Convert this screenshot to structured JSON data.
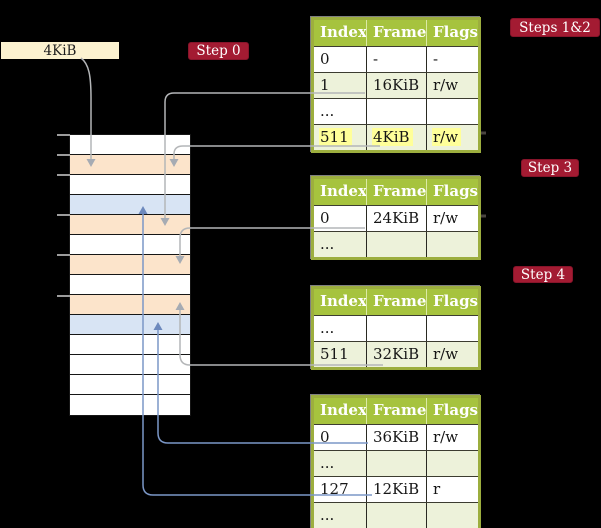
{
  "frame_size_label": {
    "text": "4KiB"
  },
  "step_badges": [
    {
      "id": "step-0",
      "label": "Step 0"
    },
    {
      "id": "steps-1-2",
      "label": "Steps 1&2"
    },
    {
      "id": "step-3",
      "label": "Step 3"
    },
    {
      "id": "step-4",
      "label": "Step 4"
    }
  ],
  "physical_memory": {
    "rows": [
      "white",
      "orange",
      "white",
      "blue",
      "orange",
      "white",
      "orange",
      "white",
      "orange",
      "blue",
      "white",
      "white",
      "white",
      "white"
    ],
    "tick_marks": 6
  },
  "page_tables": [
    {
      "id": "table-steps-1-2",
      "headers": [
        "Index",
        "Frame",
        "Flags"
      ],
      "rows": [
        {
          "cells": [
            "0",
            "-",
            "-"
          ],
          "shade": "white",
          "highlight": false
        },
        {
          "cells": [
            "1",
            "16KiB",
            "r/w"
          ],
          "shade": "green",
          "highlight": false
        },
        {
          "cells": [
            "...",
            "",
            ""
          ],
          "shade": "white",
          "highlight": false
        },
        {
          "cells": [
            "511",
            "4KiB",
            "r/w"
          ],
          "shade": "green",
          "highlight": true
        }
      ]
    },
    {
      "id": "table-step-3",
      "headers": [
        "Index",
        "Frame",
        "Flags"
      ],
      "rows": [
        {
          "cells": [
            "0",
            "24KiB",
            "r/w"
          ],
          "shade": "white",
          "highlight": false
        },
        {
          "cells": [
            "...",
            "",
            ""
          ],
          "shade": "green",
          "highlight": false
        }
      ]
    },
    {
      "id": "table-step-4a",
      "headers": [
        "Index",
        "Frame",
        "Flags"
      ],
      "rows": [
        {
          "cells": [
            "...",
            "",
            ""
          ],
          "shade": "white",
          "highlight": false
        },
        {
          "cells": [
            "511",
            "32KiB",
            "r/w"
          ],
          "shade": "green",
          "highlight": false
        }
      ]
    },
    {
      "id": "table-step-4b",
      "headers": [
        "Index",
        "Frame",
        "Flags"
      ],
      "rows": [
        {
          "cells": [
            "0",
            "36KiB",
            "r/w"
          ],
          "shade": "white",
          "highlight": false
        },
        {
          "cells": [
            "...",
            "",
            ""
          ],
          "shade": "green",
          "highlight": false
        },
        {
          "cells": [
            "127",
            "12KiB",
            "r"
          ],
          "shade": "white",
          "highlight": false
        },
        {
          "cells": [
            "...",
            "",
            ""
          ],
          "shade": "green",
          "highlight": false
        }
      ]
    }
  ],
  "colors": {
    "background": "#000000",
    "header_green": "#a6c33e",
    "table_border_olive": "#9cae3e",
    "row_light_green": "#edf2da",
    "memory_orange": "#fce4cb",
    "memory_blue": "#d8e4f4",
    "highlight_yellow": "#ffff99",
    "badge_red": "#a31b32",
    "label_box_cream": "#fcf2d0",
    "connector_gray": "#b4b6b8",
    "connector_blue": "#7b97c7"
  }
}
